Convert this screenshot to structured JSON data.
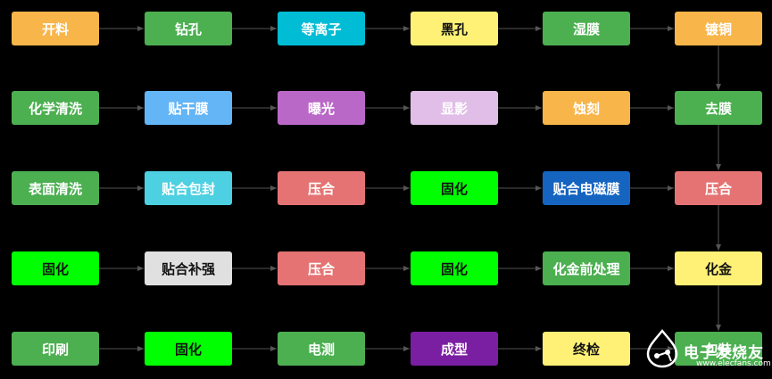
{
  "steps": [
    {
      "label": "开料",
      "bg": "#f8b54a",
      "fg": "#ffffff"
    },
    {
      "label": "钻孔",
      "bg": "#4caf50",
      "fg": "#ffffff"
    },
    {
      "label": "等离子",
      "bg": "#00bcd4",
      "fg": "#ffffff"
    },
    {
      "label": "黑孔",
      "bg": "#fff176",
      "fg": "#111111"
    },
    {
      "label": "湿膜",
      "bg": "#4caf50",
      "fg": "#ffffff"
    },
    {
      "label": "镀铜",
      "bg": "#f8b54a",
      "fg": "#ffffff"
    },
    {
      "label": "去膜",
      "bg": "#4caf50",
      "fg": "#ffffff"
    },
    {
      "label": "蚀刻",
      "bg": "#f8b54a",
      "fg": "#ffffff"
    },
    {
      "label": "显影",
      "bg": "#e1bee7",
      "fg": "#ffffff"
    },
    {
      "label": "曝光",
      "bg": "#ba68c8",
      "fg": "#ffffff"
    },
    {
      "label": "贴干膜",
      "bg": "#64b5f6",
      "fg": "#ffffff"
    },
    {
      "label": "化学清洗",
      "bg": "#4caf50",
      "fg": "#ffffff"
    },
    {
      "label": "表面清洗",
      "bg": "#4caf50",
      "fg": "#ffffff"
    },
    {
      "label": "贴合包封",
      "bg": "#4dd0e1",
      "fg": "#ffffff"
    },
    {
      "label": "压合",
      "bg": "#e57373",
      "fg": "#ffffff"
    },
    {
      "label": "固化",
      "bg": "#00ff00",
      "fg": "#111111"
    },
    {
      "label": "贴合电磁膜",
      "bg": "#1565c0",
      "fg": "#ffffff"
    },
    {
      "label": "压合",
      "bg": "#e57373",
      "fg": "#ffffff"
    },
    {
      "label": "化金",
      "bg": "#fff176",
      "fg": "#111111"
    },
    {
      "label": "化金前处理",
      "bg": "#4caf50",
      "fg": "#ffffff"
    },
    {
      "label": "固化",
      "bg": "#00ff00",
      "fg": "#111111"
    },
    {
      "label": "压合",
      "bg": "#e57373",
      "fg": "#ffffff"
    },
    {
      "label": "贴合补强",
      "bg": "#e0e0e0",
      "fg": "#111111"
    },
    {
      "label": "固化",
      "bg": "#00ff00",
      "fg": "#111111"
    },
    {
      "label": "印刷",
      "bg": "#4caf50",
      "fg": "#ffffff"
    },
    {
      "label": "固化",
      "bg": "#00ff00",
      "fg": "#111111"
    },
    {
      "label": "电测",
      "bg": "#4caf50",
      "fg": "#ffffff"
    },
    {
      "label": "成型",
      "bg": "#7b1fa2",
      "fg": "#ffffff"
    },
    {
      "label": "终检",
      "bg": "#fff176",
      "fg": "#111111"
    },
    {
      "label": "包装",
      "bg": "#4caf50",
      "fg": "#ffffff"
    }
  ],
  "edges": [
    [
      0,
      1
    ],
    [
      1,
      2
    ],
    [
      2,
      3
    ],
    [
      3,
      4
    ],
    [
      4,
      5
    ],
    [
      5,
      11
    ],
    [
      11,
      10
    ],
    [
      10,
      9
    ],
    [
      9,
      8
    ],
    [
      8,
      7
    ],
    [
      7,
      6
    ],
    [
      6,
      12
    ],
    [
      12,
      13
    ],
    [
      13,
      14
    ],
    [
      14,
      15
    ],
    [
      15,
      16
    ],
    [
      16,
      17
    ],
    [
      17,
      23
    ],
    [
      23,
      22
    ],
    [
      22,
      21
    ],
    [
      21,
      20
    ],
    [
      20,
      19
    ],
    [
      19,
      18
    ],
    [
      18,
      24
    ],
    [
      24,
      25
    ],
    [
      25,
      26
    ],
    [
      26,
      27
    ],
    [
      27,
      28
    ],
    [
      28,
      29
    ]
  ],
  "colors": {
    "background": "#000000",
    "connector": "#555555"
  },
  "watermark": {
    "brand": "电子发烧友",
    "url": "www.elecfans.com",
    "icon": "elecfans-logo-icon"
  }
}
